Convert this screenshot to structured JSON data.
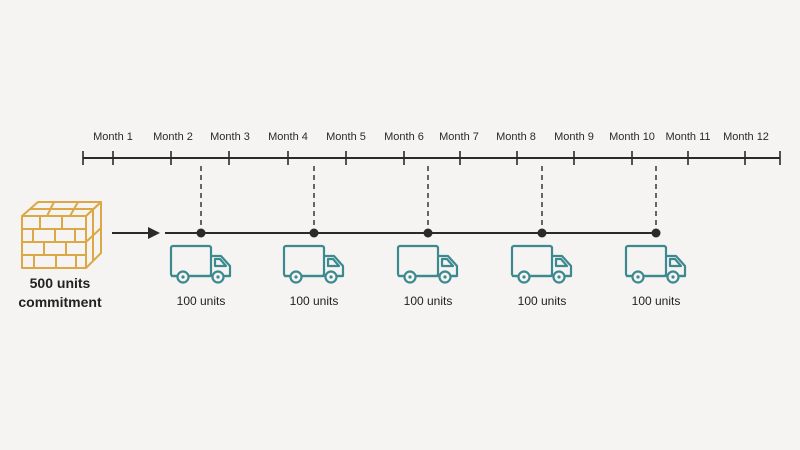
{
  "months": [
    "Month 1",
    "Month 2",
    "Month 3",
    "Month 4",
    "Month 5",
    "Month 6",
    "Month 7",
    "Month 8",
    "Month 9",
    "Month 10",
    "Month 11",
    "Month 12"
  ],
  "commitment": {
    "line1": "500 units",
    "line2": "commitment"
  },
  "shipments": [
    {
      "month": 2,
      "units_label": "100 units"
    },
    {
      "month": 4,
      "units_label": "100 units"
    },
    {
      "month": 6,
      "units_label": "100 units"
    },
    {
      "month": 8,
      "units_label": "100 units"
    },
    {
      "month": 10,
      "units_label": "100 units"
    }
  ],
  "colors": {
    "box": "#dca845",
    "truck": "#3c8a90",
    "line": "#2a2a2a",
    "dash": "#2a2a2a"
  },
  "icons": {
    "box": "box-icon",
    "truck": "truck-icon",
    "arrow": "arrow-right-icon"
  }
}
